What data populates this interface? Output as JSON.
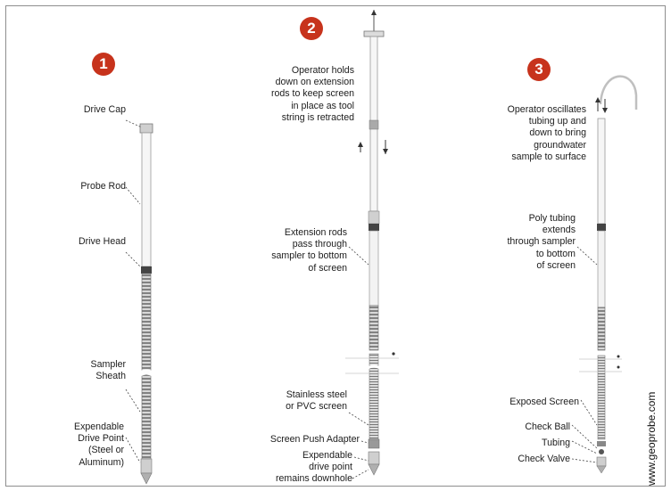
{
  "steps": [
    {
      "number": "1",
      "labels": [
        "Drive Cap",
        "Probe Rod",
        "Drive Head",
        "Sampler\nSheath",
        "Expendable\nDrive Point\n(Steel or\nAluminum)"
      ]
    },
    {
      "number": "2",
      "labels": [
        "Operator holds\ndown on extension\nrods to keep screen\nin place as tool\nstring is retracted",
        "Extension rods\npass through\nsampler to bottom\nof screen",
        "Stainless steel\nor PVC screen",
        "Screen Push Adapter",
        "Expendable\ndrive point\nremains downhole"
      ]
    },
    {
      "number": "3",
      "labels": [
        "Operator oscillates\ntubing up and\ndown to bring\ngroundwater\nsample to surface",
        "Poly tubing\nextends\nthrough sampler\nto bottom\nof screen",
        "Exposed Screen",
        "Check Ball",
        "Tubing",
        "Check Valve"
      ]
    }
  ],
  "watermark": "www.geoprobe.com",
  "colors": {
    "badge": "#c7331c",
    "steel": "#9a9a9a",
    "dark": "#555555",
    "screen": "#6f6f6f"
  }
}
